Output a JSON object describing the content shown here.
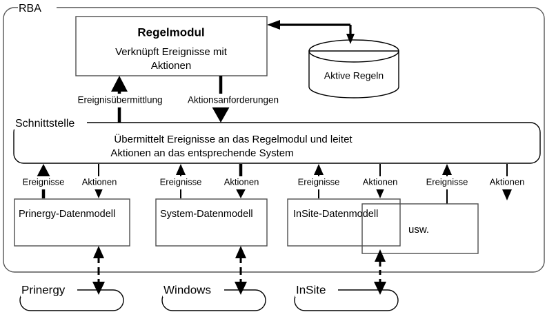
{
  "diagram": {
    "outer_group_label": "RBA",
    "rule_module": {
      "title": "Regelmodul",
      "line1": "Verknüpft Ereignisse mit",
      "line2": "Aktionen"
    },
    "database": {
      "label": "Aktive Regeln",
      "icon": "database-cylinder-icon"
    },
    "interface": {
      "group_label": "Schnittstelle",
      "line1": "Übermittelt Ereignisse an das Regelmodul und leitet",
      "line2": "Aktionen an das entsprechende System"
    },
    "module_edges": {
      "events_up": "Ereignisübermittlung",
      "actions_down": "Aktionsanforderungen"
    },
    "channel_label_events": "Ereignisse",
    "channel_label_actions": "Aktionen",
    "channels": [
      {
        "events": "Ereignisse",
        "actions": "Aktionen"
      },
      {
        "events": "Ereignisse",
        "actions": "Aktionen"
      },
      {
        "events": "Ereignisse",
        "actions": "Aktionen"
      },
      {
        "events": "Ereignisse",
        "actions": "Aktionen"
      }
    ],
    "data_models": [
      {
        "label": "Prinergy-Datenmodell"
      },
      {
        "label": "System-Datenmodell"
      },
      {
        "label": "InSite-Datenmodell"
      },
      {
        "label": "usw."
      }
    ],
    "systems": [
      {
        "label": "Prinergy"
      },
      {
        "label": "Windows"
      },
      {
        "label": "InSite"
      }
    ],
    "colors": {
      "background": "#ffffff",
      "stroke": "#000000",
      "box_stroke": "#4d4d4d",
      "text": "#000000"
    }
  }
}
